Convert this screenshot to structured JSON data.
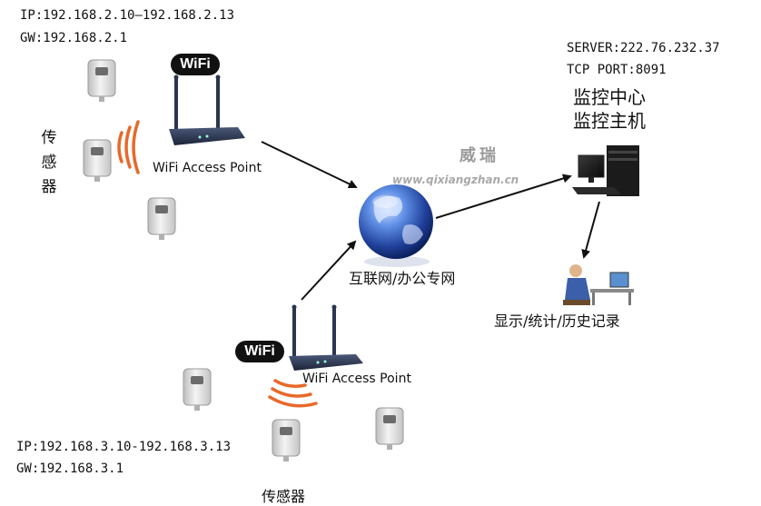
{
  "network_top": {
    "ip_range": "IP:192.168.2.10—192.168.2.13",
    "gateway": "GW:192.168.2.1",
    "sensor_label_chars": [
      "传",
      "感",
      "器"
    ],
    "ap_label": "WiFi Access Point",
    "wifi_logo": "WiFi"
  },
  "network_bottom": {
    "ip_range": "IP:192.168.3.10-192.168.3.13",
    "gateway": "GW:192.168.3.1",
    "sensor_label": "传感器",
    "ap_label": "WiFi Access Point",
    "wifi_logo": "WiFi"
  },
  "server": {
    "address": "SERVER:222.76.232.37",
    "port": "TCP PORT:8091",
    "title_line1": "监控中心",
    "title_line2": "监控主机"
  },
  "internet_label": "互联网/办公专网",
  "display_label": "显示/统计/历史记录",
  "watermark": {
    "name": "威瑞",
    "url": "www.qixiangzhan.cn"
  },
  "colors": {
    "wave": "#e8692a",
    "globe": "#2b56b8",
    "router": "#2a3550",
    "arrow": "#111111"
  }
}
